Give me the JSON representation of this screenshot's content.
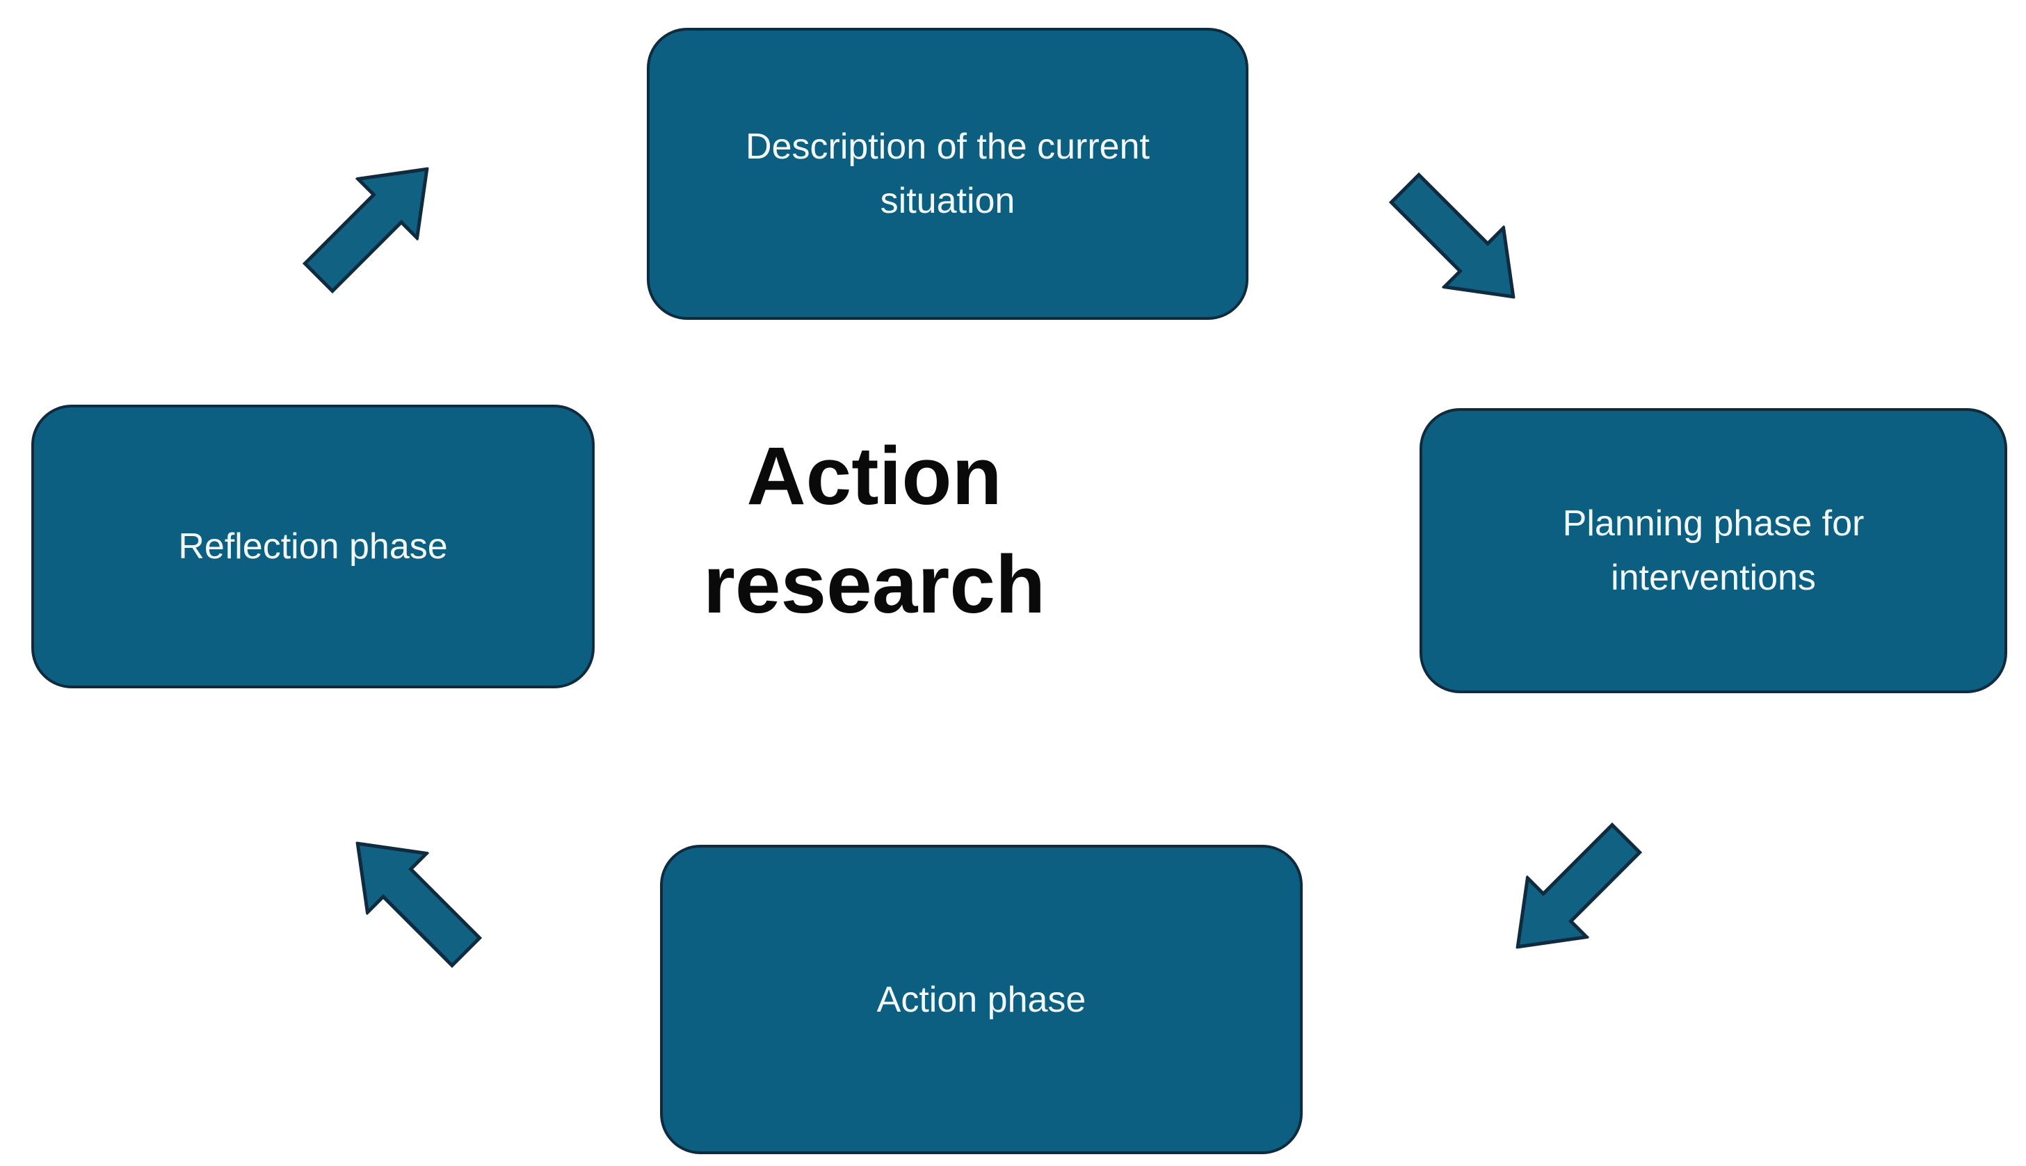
{
  "background": "#ffffff",
  "title": {
    "lines": [
      "Action",
      "research"
    ],
    "color": "#0a0a0a"
  },
  "nodes": [
    {
      "id": "description",
      "position": "top",
      "label": "Description of the current situation"
    },
    {
      "id": "planning",
      "position": "right",
      "label": "Planning phase for interventions"
    },
    {
      "id": "action",
      "position": "bottom",
      "label": "Action phase"
    },
    {
      "id": "reflection",
      "position": "left",
      "label": "Reflection phase"
    }
  ],
  "arrows": [
    {
      "id": "reflection-to-description",
      "direction": "up-right"
    },
    {
      "id": "description-to-planning",
      "direction": "down-right"
    },
    {
      "id": "planning-to-action",
      "direction": "down-left"
    },
    {
      "id": "action-to-reflection",
      "direction": "up-left"
    }
  ],
  "colors": {
    "node_fill": "#0d5f82",
    "node_border": "#0e2b3f",
    "node_text": "#f2f8fb",
    "arrow_fill": "#116183",
    "arrow_border": "#0e2b3f"
  }
}
